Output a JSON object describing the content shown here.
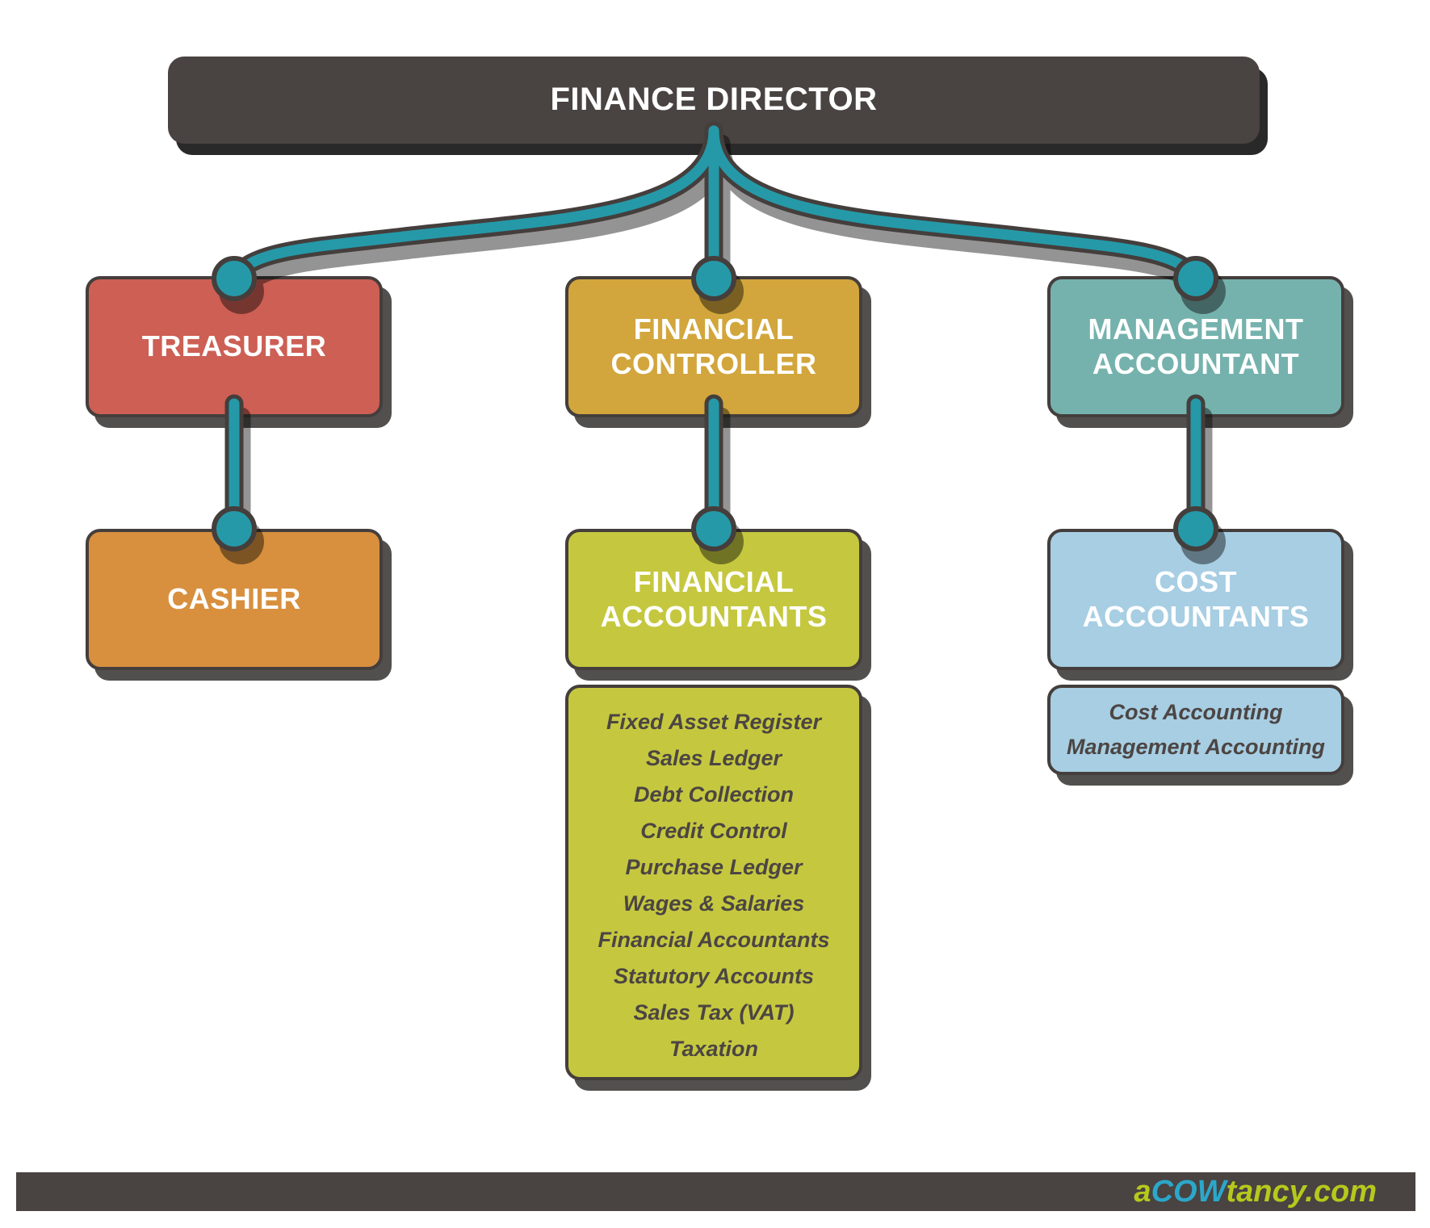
{
  "colors": {
    "dark_box": "#494341",
    "border": "#443e3c",
    "connector_teal": "#2599a8",
    "treasurer_red": "#cd5f54",
    "controller_gold": "#d2a63c",
    "management_seafoam": "#75b2ad",
    "cashier_orange": "#d8903e",
    "financial_accountants_chartreuse": "#c5c83f",
    "cost_accountants_blue": "#a7cee3",
    "logo_green": "#b5c91c",
    "logo_cyan": "#2ba7c9"
  },
  "chart": {
    "root": {
      "title": "FINANCE DIRECTOR"
    },
    "branches": [
      {
        "title": "TREASURER",
        "subordinate": "CASHIER",
        "duties": []
      },
      {
        "title": "FINANCIAL CONTROLLER",
        "subordinate": "FINANCIAL ACCOUNTANTS",
        "duties": [
          "Fixed Asset Register",
          "Sales Ledger",
          "Debt Collection",
          "Credit Control",
          "Purchase Ledger",
          "Wages & Salaries",
          "Financial Accountants",
          "Statutory Accounts",
          "Sales Tax (VAT)",
          "Taxation"
        ]
      },
      {
        "title": "MANAGEMENT ACCOUNTANT",
        "subordinate": "COST ACCOUNTANTS",
        "duties": [
          "Cost Accounting",
          "Management Accounting"
        ]
      }
    ]
  },
  "footer": {
    "brand_prefix": "a",
    "brand_cow": "COW",
    "brand_suffix": "tancy.com"
  }
}
